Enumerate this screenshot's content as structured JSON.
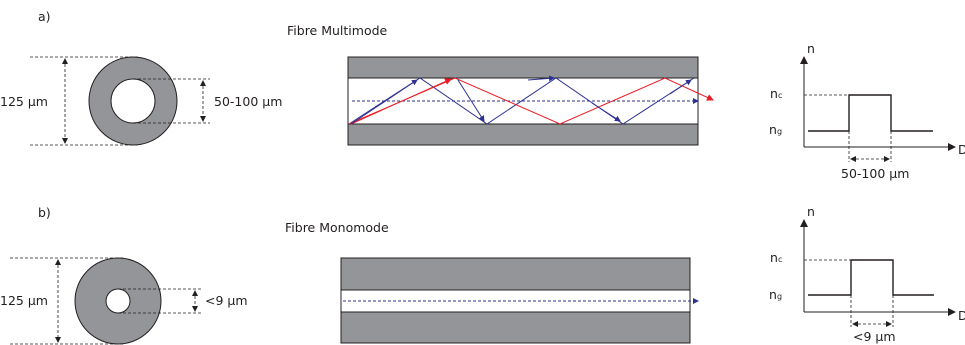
{
  "panel_a": {
    "label": "a)",
    "title": "Fibre Multimode",
    "cladding_diameter": "125 µm",
    "core_diameter": "50-100 µm",
    "profile": {
      "y_axis": "n",
      "x_axis": "D",
      "core_index": "n",
      "core_index_sub": "c",
      "cladding_index": "n",
      "cladding_index_sub": "g",
      "width_label": "50-100 µm"
    }
  },
  "panel_b": {
    "label": "b)",
    "title": "Fibre Monomode",
    "cladding_diameter": "125 µm",
    "core_diameter": "<9 µm",
    "profile": {
      "y_axis": "n",
      "x_axis": "D",
      "core_index": "n",
      "core_index_sub": "c",
      "cladding_index": "n",
      "cladding_index_sub": "g",
      "width_label": "<9 µm"
    }
  },
  "colors": {
    "cladding": "#939598",
    "core": "#ffffff",
    "outline": "#231f20",
    "ray_red": "#ed1c24",
    "ray_blue": "#2e3192",
    "axis_ray": "#2e3192"
  }
}
